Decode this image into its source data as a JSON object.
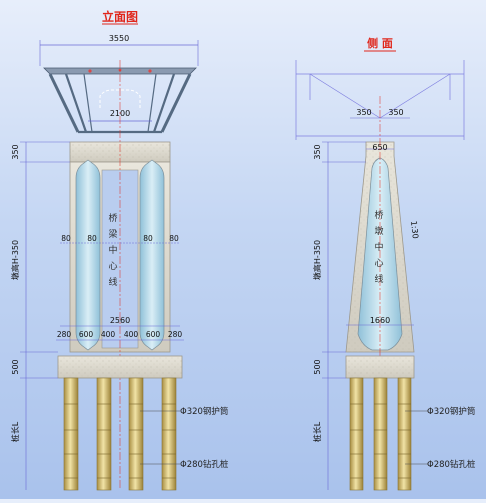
{
  "elevation": {
    "title": "立面图",
    "dim_top_width": "3550",
    "dim_inner_width": "2100",
    "dim_cap_height": "350",
    "dim_pier_height": "墩高H-350",
    "dim_footing_height": "500",
    "dim_pile_length": "桩长L",
    "centerline_label": [
      "桥",
      "梁",
      "中",
      "心",
      "线"
    ],
    "dim_wall_left": "80",
    "dim_wall_mid_left": "80",
    "dim_wall_mid_right": "80",
    "dim_wall_right": "80",
    "dim_total_width": "2560",
    "bottom_dims": [
      "280",
      "600",
      "400",
      "400",
      "600",
      "280"
    ],
    "casing_label": "Φ320钢护筒",
    "pile_label": "Φ280钻孔桩"
  },
  "side": {
    "title": "侧 面",
    "dim_left": "350",
    "dim_right": "350",
    "dim_cap_height": "350",
    "dim_top_width": "650",
    "dim_pier_height": "墩高H-350",
    "dim_footing_height": "500",
    "dim_pile_length": "桩长L",
    "slope": "1:30",
    "centerline_label": [
      "桥",
      "墩",
      "中",
      "心",
      "线"
    ],
    "dim_bottom_width": "1660",
    "casing_label": "Φ320钢护筒",
    "pile_label": "Φ280钻孔桩"
  }
}
